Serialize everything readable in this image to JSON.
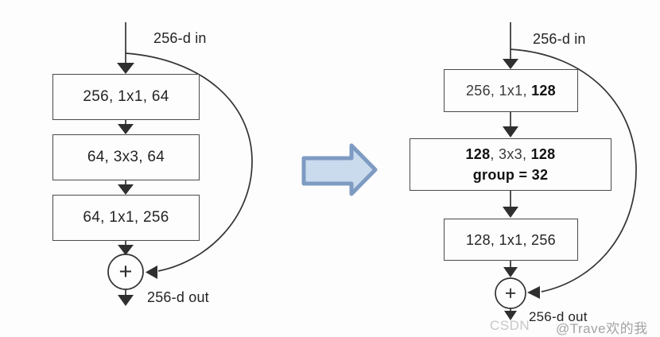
{
  "left_block": {
    "input_label": "256-d in",
    "boxes": [
      "256, 1x1, 64",
      "64, 3x3, 64",
      "64, 1x1, 256"
    ],
    "plus_label": "+",
    "output_label": "256-d out"
  },
  "right_block": {
    "input_label": "256-d in",
    "box1": {
      "regular": "256, 1x1, ",
      "bold": "128"
    },
    "box2": {
      "bold_a": "128",
      "regular": ", 3x3, ",
      "bold_b": "128",
      "line2": "group = 32"
    },
    "box3": "128, 1x1, 256",
    "plus_label": "+",
    "output_label": "256-d out"
  },
  "watermark": {
    "prefix": "CSDN ",
    "suffix": "@Trave欢的我"
  },
  "colors": {
    "background": "#fdfdfd",
    "line": "#333333",
    "box_border": "#4a4a4a",
    "text": "#242424",
    "transform_arrow_fill": "#cadbee",
    "transform_arrow_stroke": "#7e9bc2"
  }
}
